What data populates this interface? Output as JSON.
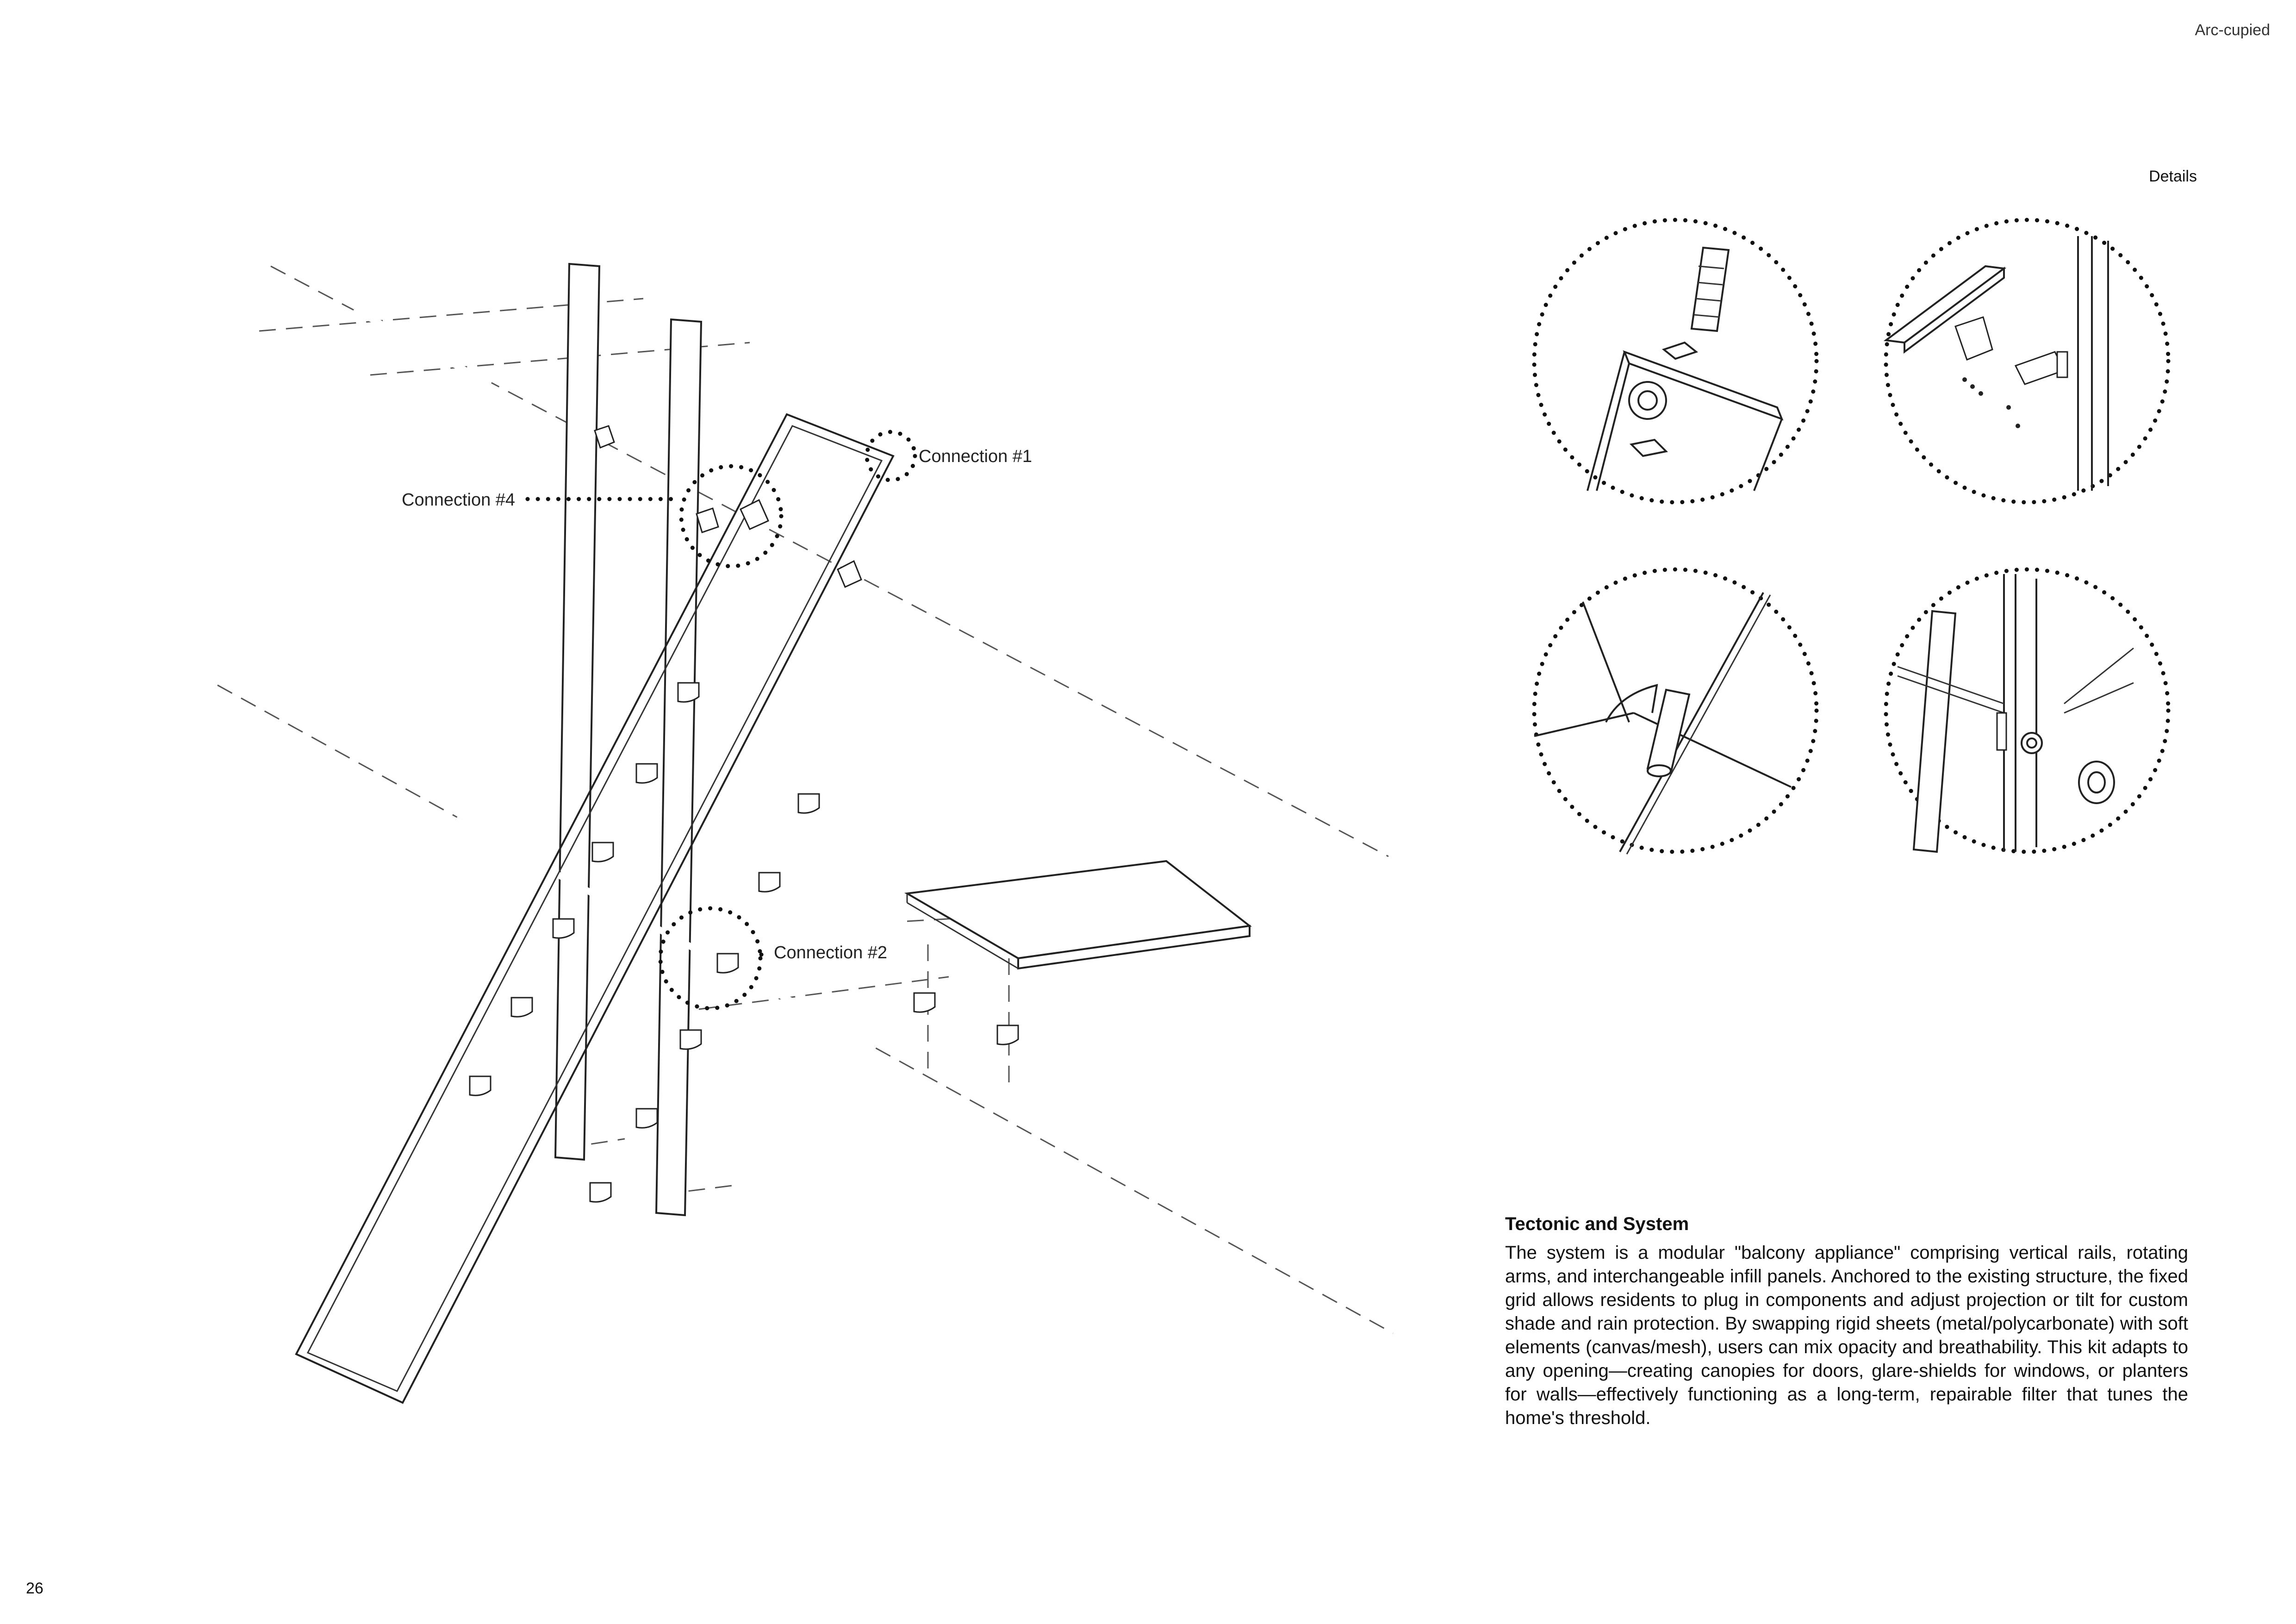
{
  "header": {
    "project": "Arc-cupied",
    "section": "Details"
  },
  "page_number": "26",
  "labels": {
    "connection_1": "Connection #1",
    "connection_2": "Connection #2",
    "connection_4": "Connection #4"
  },
  "text": {
    "heading": "Tectonic and System",
    "body": "The system is a modular \"balcony appliance\" comprising vertical rails, rotating arms, and interchangeable infill panels. Anchored to the existing structure, the fixed grid allows residents to plug in components and adjust projection or tilt for custom shade and rain protection. By swapping rigid sheets (metal/polycarbonate) with soft elements (canvas/mesh), users can mix opacity and breathability. This kit adapts to any opening—creating canopies for doors, glare-shields for windows, or planters for walls—effectively functioning as a long-term, repairable filter that tunes the home's threshold."
  },
  "icons": [
    "exploded-axonometric-drawing",
    "bolt-detail-drawing",
    "shelf-bracket-detail-drawing",
    "rod-infill-detail-drawing",
    "rail-knob-detail-drawing"
  ]
}
